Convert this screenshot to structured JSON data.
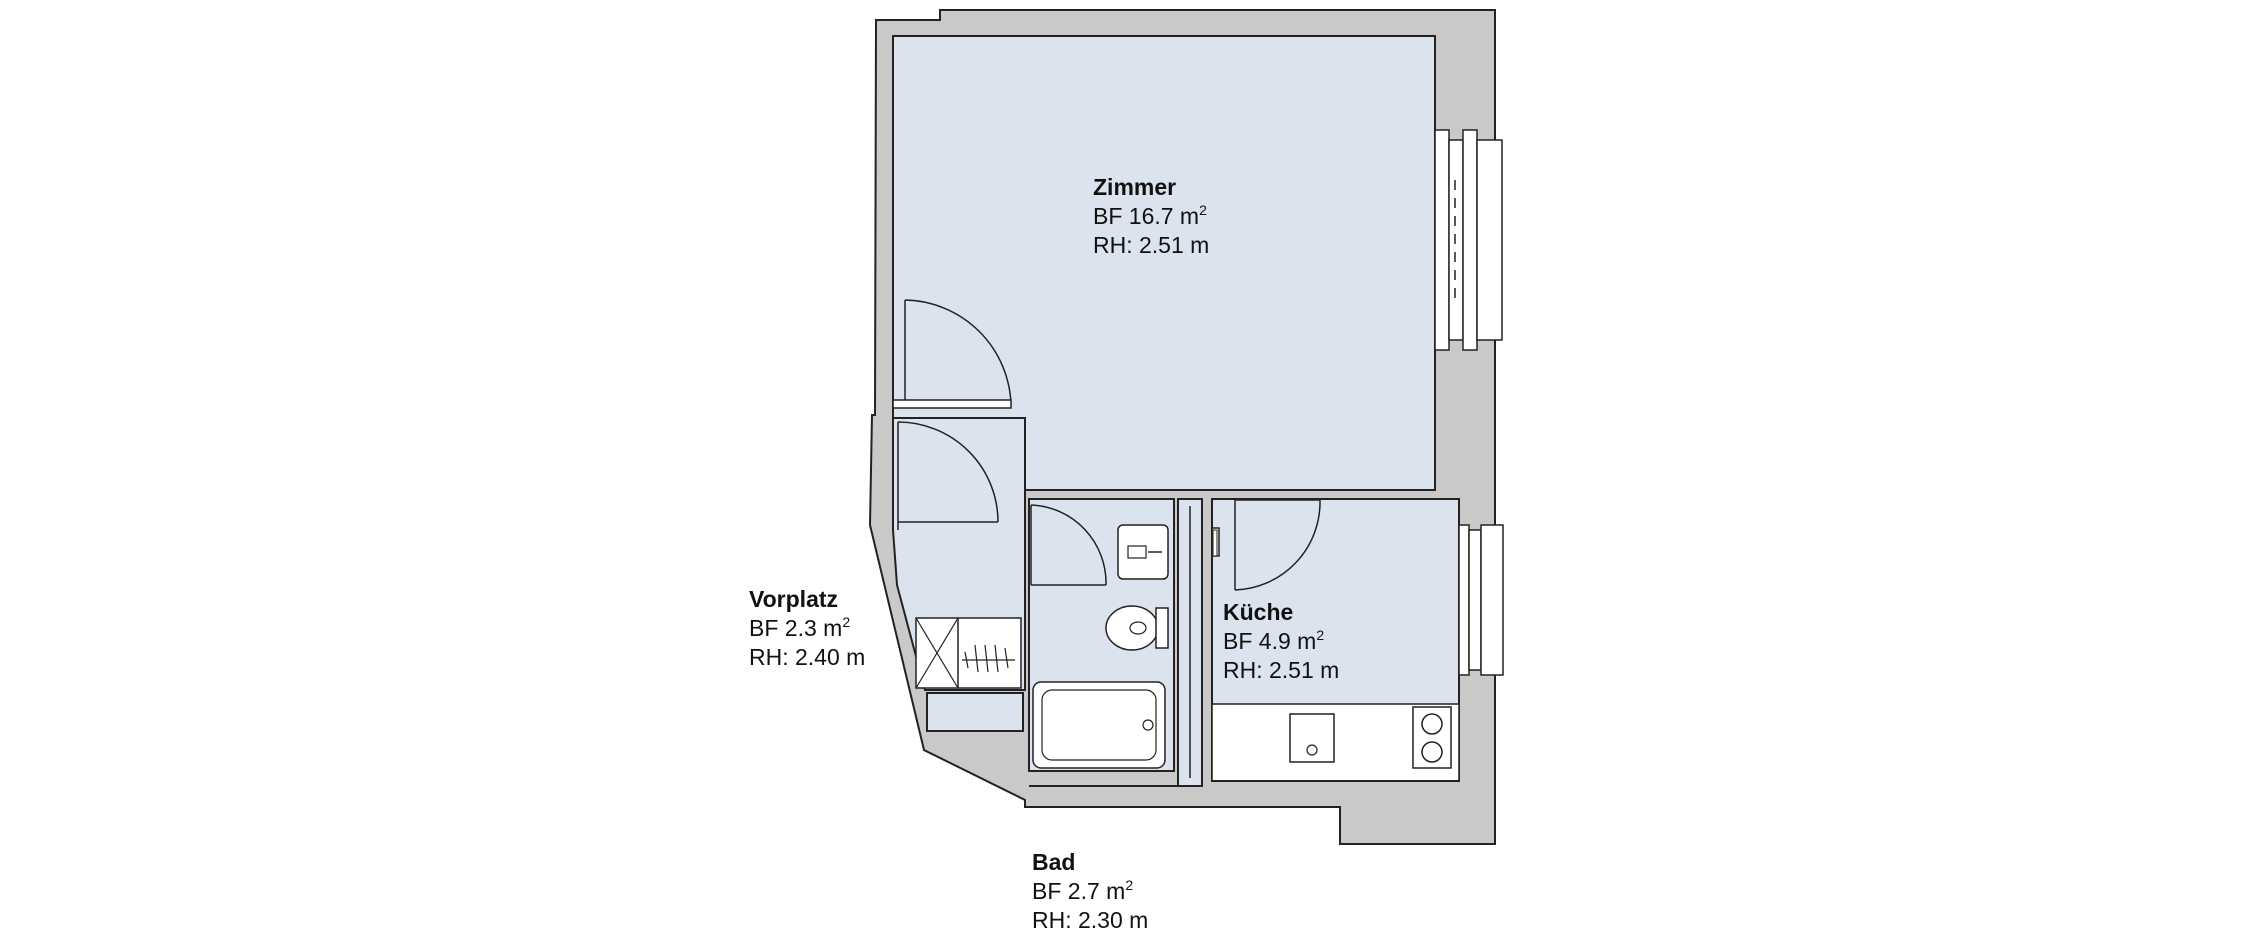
{
  "rooms": {
    "zimmer": {
      "name": "Zimmer",
      "bf_prefix": "BF 16.7 m",
      "bf_sup": "2",
      "rh": "RH: 2.51 m"
    },
    "kueche": {
      "name": "Küche",
      "bf_prefix": "BF 4.9 m",
      "bf_sup": "2",
      "rh": "RH: 2.51 m"
    },
    "vorplatz": {
      "name": "Vorplatz",
      "bf_prefix": "BF 2.3 m",
      "bf_sup": "2",
      "rh": "RH: 2.40 m"
    },
    "bad": {
      "name": "Bad",
      "bf_prefix": "BF 2.7 m",
      "bf_sup": "2",
      "rh": "RH: 2.30 m"
    }
  },
  "colors": {
    "wall": "#c9c9c9",
    "room_fill": "#dbe4ee",
    "line": "#222222",
    "fixture_fill": "#ffffff"
  }
}
